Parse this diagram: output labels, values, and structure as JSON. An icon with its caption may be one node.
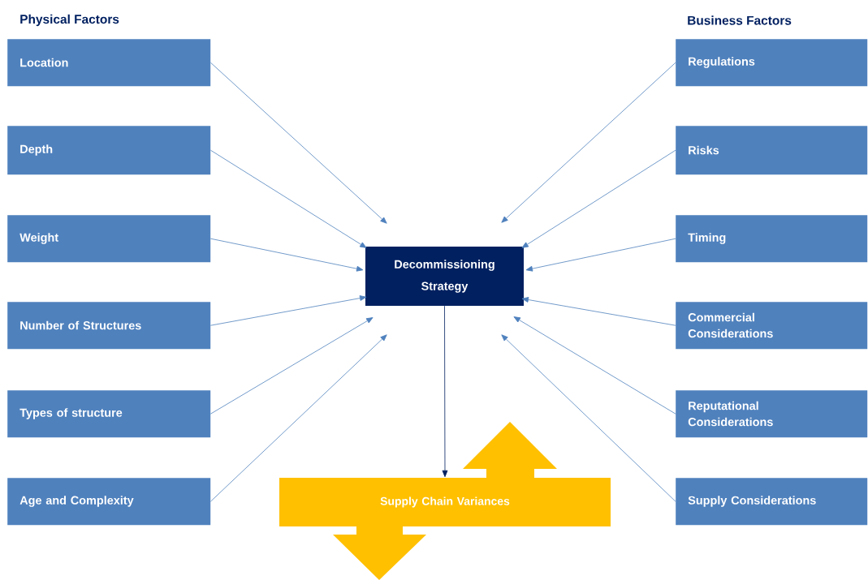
{
  "diagram": {
    "nodes": [
      {
        "text": [
          "Location"
        ]
      },
      {
        "text": [
          "Depth"
        ]
      },
      {
        "text": [
          "Weight"
        ]
      },
      {
        "text": [
          "Number of Structures"
        ]
      },
      {
        "text": [
          "Types of structure"
        ]
      },
      {
        "text": [
          "Age and Complexity"
        ]
      },
      {
        "text": [
          "Regulations"
        ]
      },
      {
        "text": [
          "Risks"
        ]
      },
      {
        "text": [
          "Timing"
        ]
      },
      {
        "text": [
          "Commercial Considerations"
        ]
      },
      {
        "text": [
          "Reputational Considerations"
        ]
      },
      {
        "text": [
          "Supply Considerations"
        ]
      },
      {
        "text": [
          "Decommissioning Strategy"
        ]
      },
      {
        "text": [
          "Supply Chain Variances"
        ]
      }
    ],
    "edges": [
      {
        "from": 0,
        "to": 12,
        "arrow": "to"
      },
      {
        "from": 1,
        "to": 12,
        "arrow": "to"
      },
      {
        "from": 2,
        "to": 12,
        "arrow": "to"
      },
      {
        "from": 3,
        "to": 12,
        "arrow": "to"
      },
      {
        "from": 4,
        "to": 12,
        "arrow": "to"
      },
      {
        "from": 5,
        "to": 12,
        "arrow": "to"
      },
      {
        "from": 6,
        "to": 12,
        "arrow": "to"
      },
      {
        "from": 7,
        "to": 12,
        "arrow": "to"
      },
      {
        "from": 8,
        "to": 12,
        "arrow": "to"
      },
      {
        "from": 9,
        "to": 12,
        "arrow": "to"
      },
      {
        "from": 10,
        "to": 12,
        "arrow": "to"
      },
      {
        "from": 11,
        "to": 12,
        "arrow": "to"
      },
      {
        "from": 12,
        "to": 13,
        "arrow": "to",
        "color": "#002060"
      }
    ],
    "labels": [
      "Physical Factors",
      "Business Factors"
    ]
  }
}
